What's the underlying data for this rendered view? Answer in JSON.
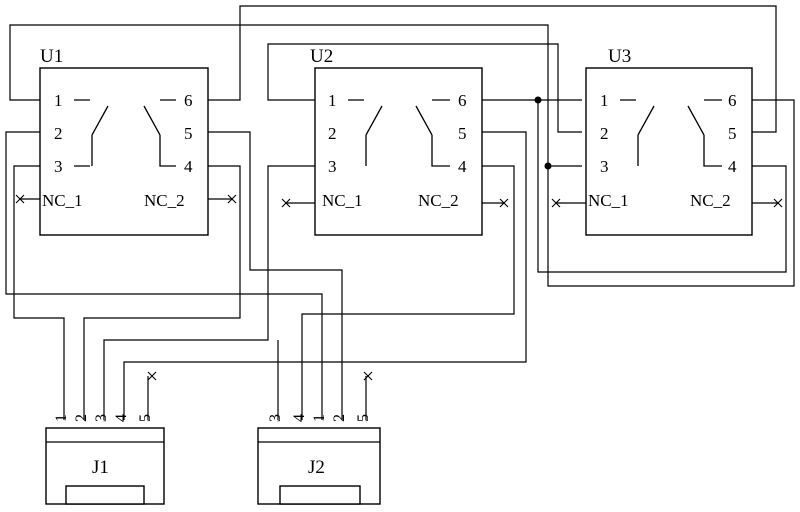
{
  "relays": [
    {
      "label": "U1",
      "pins": [
        "1",
        "2",
        "3",
        "4",
        "5",
        "6"
      ],
      "nc1": "NC_1",
      "nc2": "NC_2"
    },
    {
      "label": "U2",
      "pins": [
        "1",
        "2",
        "3",
        "4",
        "5",
        "6"
      ],
      "nc1": "NC_1",
      "nc2": "NC_2"
    },
    {
      "label": "U3",
      "pins": [
        "1",
        "2",
        "3",
        "4",
        "5",
        "6"
      ],
      "nc1": "NC_1",
      "nc2": "NC_2"
    }
  ],
  "connectors": [
    {
      "label": "J1",
      "pins": [
        "1",
        "2",
        "3",
        "4",
        "5"
      ]
    },
    {
      "label": "J2",
      "pins": [
        "3",
        "4",
        "1",
        "2",
        "5"
      ]
    }
  ]
}
